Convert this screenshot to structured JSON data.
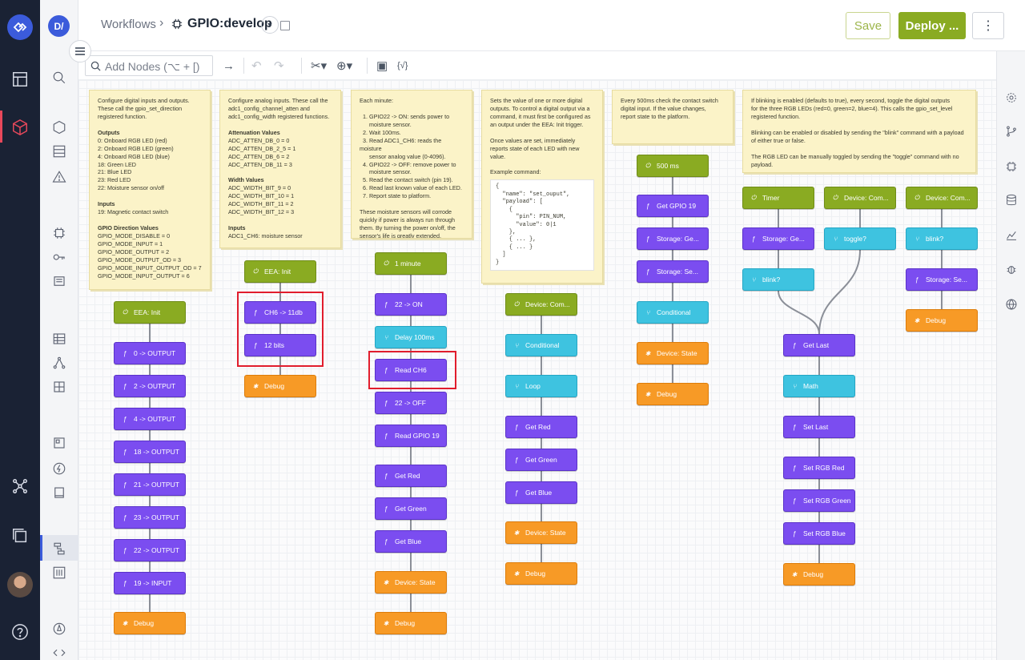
{
  "header": {
    "breadcrumb_root": "Workflows",
    "breadcrumb_sep": "›",
    "workflow_name": "GPIO:develop",
    "save_label": "Save",
    "deploy_label": "Deploy ...",
    "more_label": "⋮",
    "user_initials": "D/"
  },
  "toolbar": {
    "search_placeholder": "Add Nodes (⌥ + [)"
  },
  "colors": {
    "trigger": "#8aab22",
    "logic": "#7b4df0",
    "data": "#3ec3e0",
    "output": "#f79a26",
    "highlight": "#e11d2d",
    "brand": "#3b5bdb",
    "rail": "#1a2234"
  },
  "notes": [
    {
      "id": "n1",
      "lines": [
        "Configure digital inputs and outputs.",
        "These call the gpio_set_direction",
        "registered function.",
        "",
        "Outputs",
        "0: Onboard RGB LED (red)",
        "2: Onboard RGB LED (green)",
        "4: Onboard RGB LED (blue)",
        "18: Green LED",
        "21: Blue LED",
        "23: Red LED",
        "22: Moisture sensor on/off",
        "",
        "Inputs",
        "19: Magnetic contact switch",
        "",
        "GPIO Direction Values",
        "GPIO_MODE_DISABLE = 0",
        "GPIO_MODE_INPUT = 1",
        "GPIO_MODE_OUTPUT = 2",
        "GPIO_MODE_OUTPUT_OD = 3",
        "GPIO_MODE_INPUT_OUTPUT_OD = 7",
        "GPIO_MODE_INPUT_OUTPUT = 6"
      ]
    },
    {
      "id": "n2",
      "lines": [
        "Configure analog inputs. These call the",
        "adc1_config_channel_atten and",
        "adc1_config_width registered functions.",
        "",
        "Attenuation Values",
        "ADC_ATTEN_DB_0 = 0",
        "ADC_ATTEN_DB_2_5 = 1",
        "ADC_ATTEN_DB_6 = 2",
        "ADC_ATTEN_DB_11 = 3",
        "",
        "Width Values",
        "ADC_WIDTH_BIT_9 = 0",
        "ADC_WIDTH_BIT_10 = 1",
        "ADC_WIDTH_BIT_11 = 2",
        "ADC_WIDTH_BIT_12 = 3",
        "",
        "Inputs",
        "ADC1_CH6: moisture sensor"
      ]
    },
    {
      "id": "n3",
      "lines": [
        "Each minute:",
        "",
        "  1. GPIO22 -> ON: sends power to",
        "      moisture sensor.",
        "  2. Wait 100ms.",
        "  3. Read ADC1_CH6: reads the moisture",
        "      sensor analog value (0-4096).",
        "  4. GPIO22 -> OFF: remove power to",
        "      moisture sensor.",
        "  5. Read the contact switch (pin 19).",
        "  6. Read last known value of each LED.",
        "  7. Report state to platform.",
        "",
        "These moisture sensors will corrode",
        "quickly if power is always run through",
        "them. By turning the power on/off, the",
        "sensor's life is greatly extended."
      ]
    },
    {
      "id": "n4",
      "lines": [
        "Sets the value of one or more digital",
        "outputs. To control a digital output via a",
        "command, it must first be configured as",
        "an output under the EEA: Init trigger.",
        "",
        "Once values are set, immediately",
        "reports state of each LED with new",
        "value.",
        "",
        "Example command:"
      ],
      "code": "{\n  \"name\": \"set_ouput\",\n  \"payload\": [\n    {\n      \"pin\": PIN_NUM,\n      \"value\": 0|1\n    },\n    { ... },\n    { ... }\n  ]\n}"
    },
    {
      "id": "n5",
      "lines": [
        "Every 500ms check the contact switch",
        "digital input. If the value changes,",
        "report state to the platform."
      ]
    },
    {
      "id": "n6",
      "lines": [
        "If blinking is enabled (defaults to true), every second, toggle the digital outputs",
        "for the three RGB LEDs (red=0, green=2, blue=4). This calls the gpio_set_level",
        "registered function.",
        "",
        "Blinking can be enabled or disabled by sending the \"blink\" command with a payload",
        "of either true or false.",
        "",
        "The RGB LED can be manually toggled by sending the \"toggle\" command with no",
        "payload."
      ]
    }
  ],
  "nodes": {
    "c1": [
      "EEA: Init",
      "0 -> OUTPUT",
      "2 -> OUTPUT",
      "4 -> OUTPUT",
      "18 -> OUTPUT",
      "21 -> OUTPUT",
      "23 -> OUTPUT",
      "22 -> OUTPUT",
      "19 -> INPUT",
      "Debug"
    ],
    "c2": [
      "EEA: Init",
      "CH6 -> 11db",
      "12 bits",
      "Debug"
    ],
    "c3": [
      "1 minute",
      "22 -> ON",
      "Delay 100ms",
      "Read CH6",
      "22 -> OFF",
      "Read GPIO 19",
      "Get Red",
      "Get Green",
      "Get Blue",
      "Device: State",
      "Debug"
    ],
    "c4": [
      "Device: Com...",
      "Conditional",
      "Loop",
      "Get Red",
      "Get Green",
      "Get Blue",
      "Device: State",
      "Debug"
    ],
    "c5": [
      "500 ms",
      "Get GPIO 19",
      "Storage: Ge...",
      "Storage: Se...",
      "Conditional",
      "Device: State",
      "Debug"
    ],
    "c6": [
      "Timer",
      "Device: Com...",
      "Device: Com...",
      "Storage: Ge...",
      "toggle?",
      "blink?",
      "blink?",
      "Storage: Se...",
      "Debug",
      "Get Last",
      "Math",
      "Set Last",
      "Set RGB Red",
      "Set RGB Green",
      "Set RGB Blue",
      "Debug"
    ]
  }
}
